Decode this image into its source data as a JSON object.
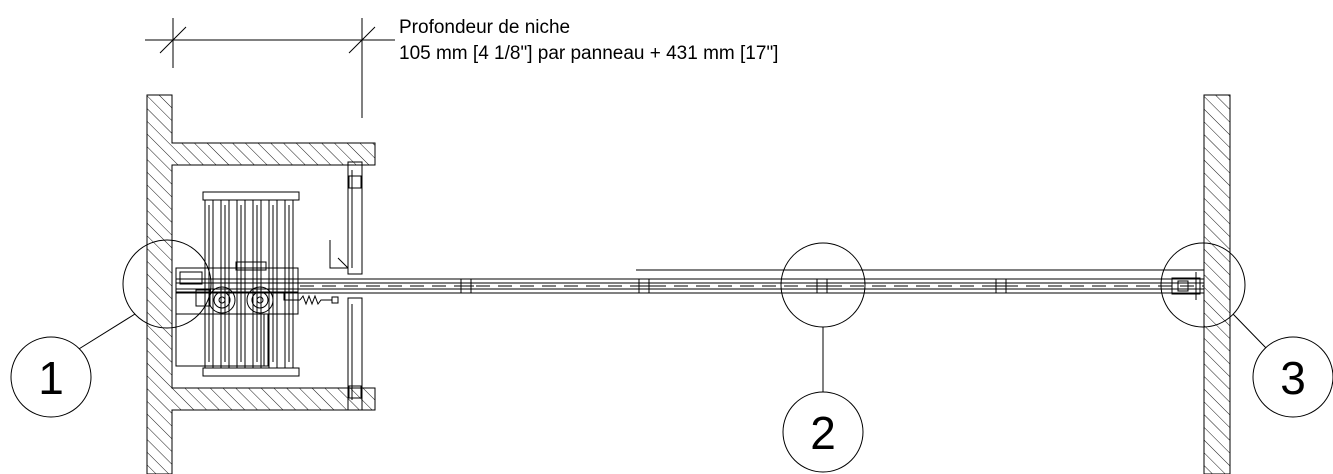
{
  "annotation": {
    "line1": "Profondeur de niche",
    "line2": "105 mm [4 1/8\"] par panneau + 431 mm [17\"]"
  },
  "callouts": [
    {
      "label": "1"
    },
    {
      "label": "2"
    },
    {
      "label": "3"
    }
  ],
  "colors": {
    "ink": "#000000",
    "background": "#ffffff"
  }
}
